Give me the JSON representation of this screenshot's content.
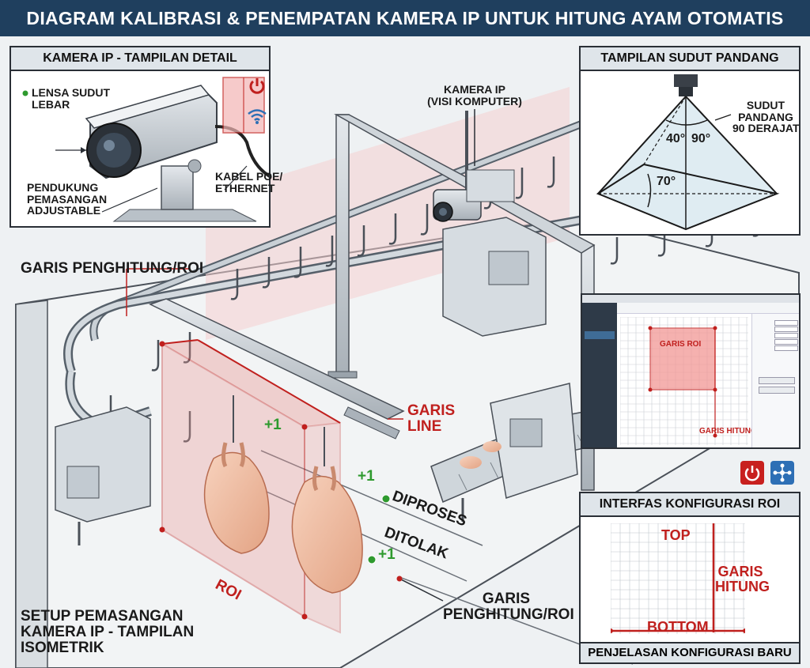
{
  "title": "DIAGRAM KALIBRASI & PENEMPATAN KAMERA IP UNTUK HITUNG AYAM OTOMATIS",
  "camera_detail": {
    "title": "KAMERA IP - TAMPILAN DETAIL",
    "lens_label_1": "LENSA SUDUT",
    "lens_label_2": "LEBAR",
    "mount_label_1": "PENDUKUNG",
    "mount_label_2": "PEMASANGAN",
    "mount_label_3": "ADJUSTABLE",
    "cable_label_1": "KABEL POE/",
    "cable_label_2": "ETHERNET"
  },
  "view_angle": {
    "title": "TAMPILAN SUDUT PANDANG",
    "angle_label_1": "SUDUT",
    "angle_label_2": "PANDANG",
    "angle_label_3": "90 DERAJAT",
    "angle_a": "40°",
    "angle_b": "90°",
    "angle_c": "70°"
  },
  "scene": {
    "camera_label_1": "KAMERA IP",
    "camera_label_2": "(VISI KOMPUTER)",
    "roi_line_label": "GARIS PENGHITUNG/ROI",
    "garis_line_1": "GARIS",
    "garis_line_2": "LINE",
    "plus_one": "+1",
    "processed": "DIPROSES",
    "rejected": "DITOLAK",
    "roi": "ROI",
    "counter_label_1": "GARIS",
    "counter_label_2": "PENGHITUNG/ROI",
    "setup_1": "SETUP PEMASANGAN",
    "setup_2": "KAMERA IP - TAMPILAN",
    "setup_3": "ISOMETRIK"
  },
  "mini_ui": {
    "window_title": "GARIS ROI",
    "bottom_label": "GARIS HITUNG"
  },
  "roi_config": {
    "title": "INTERFAS KONFIGURASI ROI",
    "top": "TOP",
    "bottom": "BOTTOM",
    "line_1": "GARIS",
    "line_2": "HITUNG",
    "footer": "PENJELASAN KONFIGURASI BARU"
  },
  "colors": {
    "banner": "#1f3f5e",
    "roi_red": "#c0201e",
    "count_green": "#2e9a2e",
    "power_button": "#c8201e",
    "network_button": "#2d6fb5"
  },
  "icons": [
    "power-icon",
    "wifi-icon",
    "network-icon"
  ]
}
